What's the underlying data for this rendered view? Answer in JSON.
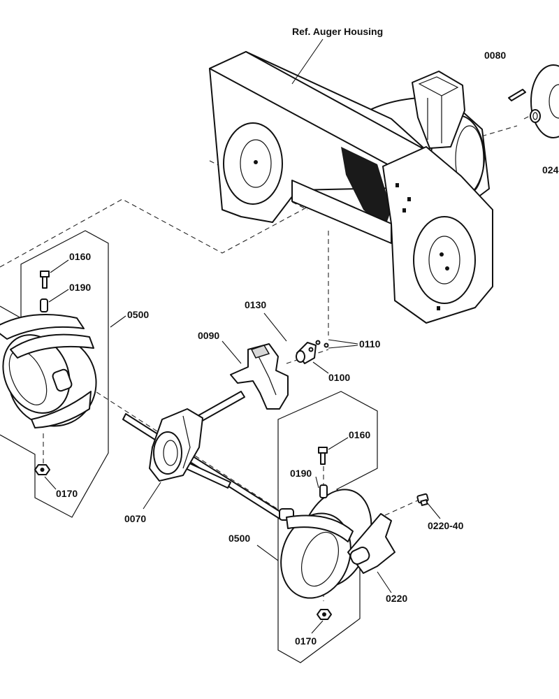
{
  "labels": {
    "auger_housing": "Ref. Auger Housing",
    "p0080": "0080",
    "p024": "024",
    "p0160_top": "0160",
    "p0190_top": "0190",
    "p0500_left": "0500",
    "p0170_left": "0170",
    "p0130": "0130",
    "p0110": "0110",
    "p0090": "0090",
    "p0100": "0100",
    "p0070": "0070",
    "p0160_bottom": "0160",
    "p0190_bottom": "0190",
    "p0220_40": "0220-40",
    "p0500_bottom": "0500",
    "p0220": "0220",
    "p0170_bottom": "0170"
  }
}
